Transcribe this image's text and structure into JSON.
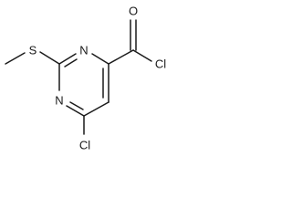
{
  "molecule": {
    "atoms": {
      "sulfur": "S",
      "nitrogen_upper": "N",
      "nitrogen_lower": "N",
      "oxygen": "O",
      "chlorine_acyl": "Cl",
      "chlorine_ring": "Cl"
    }
  }
}
